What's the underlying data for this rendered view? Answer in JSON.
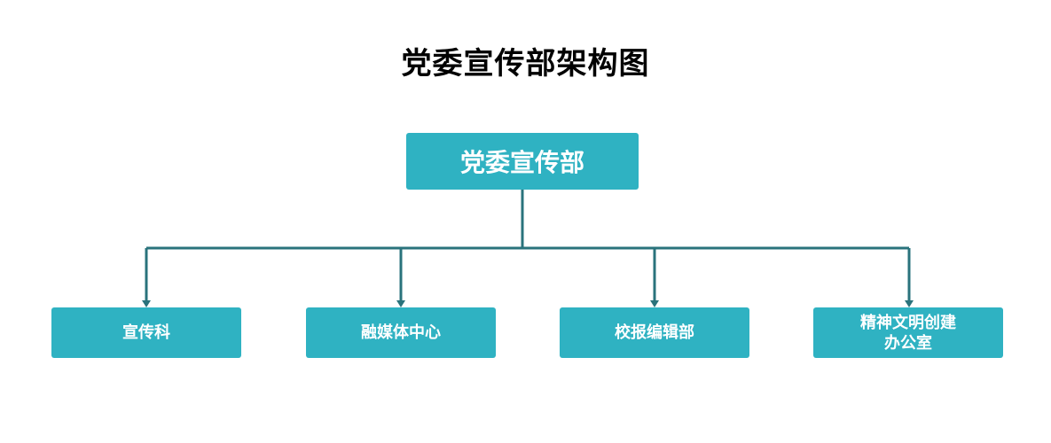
{
  "title": "党委宣传部架构图",
  "colors": {
    "box_fill": "#2fb2c2",
    "connector": "#2a737c",
    "box_text": "#ffffff",
    "title_text": "#000000"
  },
  "org_chart": {
    "root": {
      "label": "党委宣传部"
    },
    "children": [
      {
        "label": "宣传科"
      },
      {
        "label": "融媒体中心"
      },
      {
        "label": "校报编辑部"
      },
      {
        "label": "精神文明创建办公室",
        "lines": [
          "精神文明创建",
          "办公室"
        ]
      }
    ]
  }
}
